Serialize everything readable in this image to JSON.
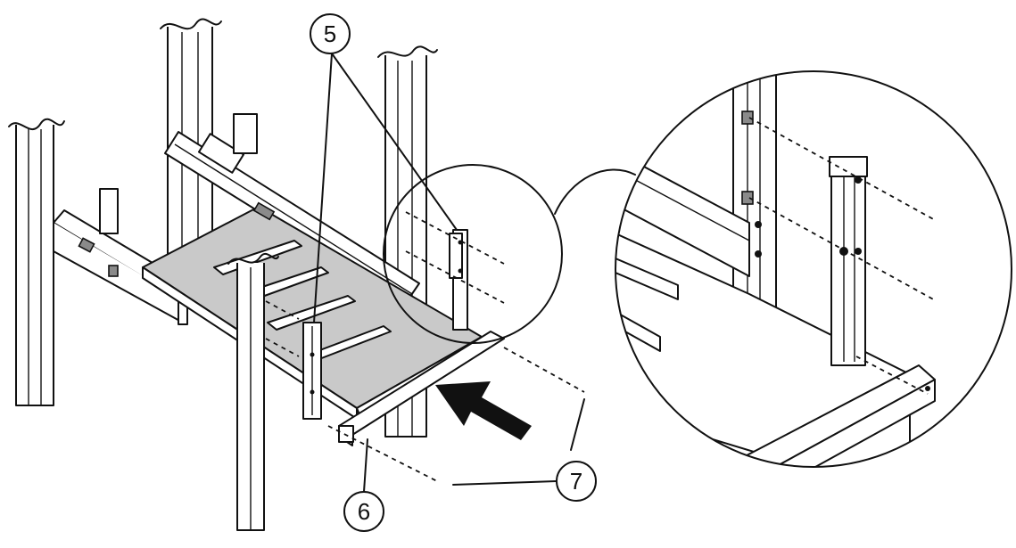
{
  "callouts": {
    "c5": "5",
    "c6": "6",
    "c7": "7"
  },
  "colors": {
    "line": "#111111",
    "shelf_fill": "#c9c9c9",
    "background": "#ffffff"
  },
  "icons": [
    "arrow-right-icon"
  ]
}
